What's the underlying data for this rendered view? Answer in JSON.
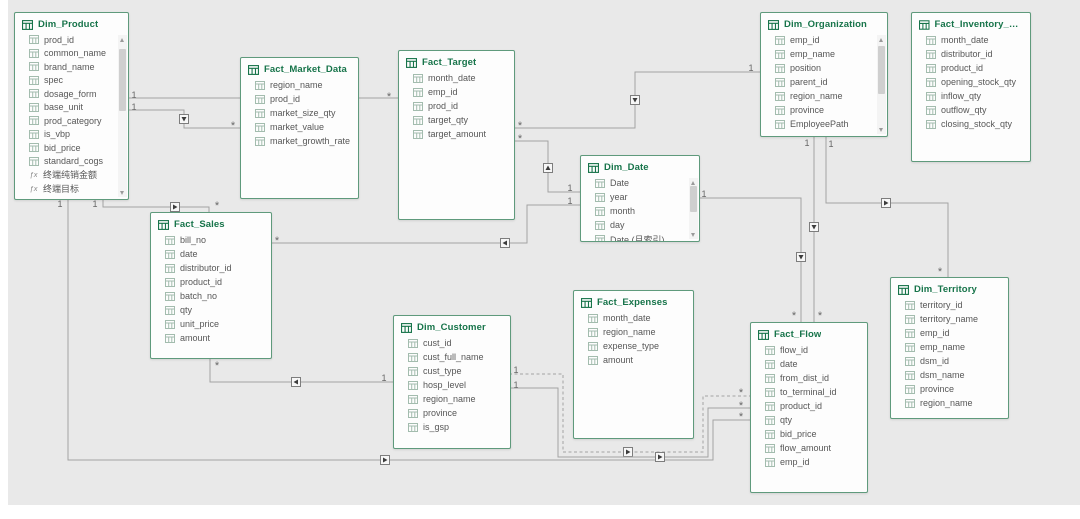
{
  "canvas": {
    "background": "#e9e9e9",
    "card_border": "#5f9a7c",
    "title_color": "#17744a",
    "line_color": "#a3a3a3",
    "field_color": "#575757"
  },
  "tables": [
    {
      "title": "Dim_Product",
      "scrollable": true,
      "fields": [
        {
          "name": "prod_id",
          "icon": "table"
        },
        {
          "name": "common_name",
          "icon": "table"
        },
        {
          "name": "brand_name",
          "icon": "table"
        },
        {
          "name": "spec",
          "icon": "table"
        },
        {
          "name": "dosage_form",
          "icon": "table"
        },
        {
          "name": "base_unit",
          "icon": "table"
        },
        {
          "name": "prod_category",
          "icon": "table"
        },
        {
          "name": "is_vbp",
          "icon": "table"
        },
        {
          "name": "bid_price",
          "icon": "table"
        },
        {
          "name": "standard_cogs",
          "icon": "table"
        },
        {
          "name": "终端纯销金额",
          "icon": "fx"
        },
        {
          "name": "终端目标",
          "icon": "fx"
        }
      ]
    },
    {
      "title": "Fact_Market_Data",
      "scrollable": false,
      "fields": [
        {
          "name": "region_name",
          "icon": "table"
        },
        {
          "name": "prod_id",
          "icon": "table"
        },
        {
          "name": "market_size_qty",
          "icon": "table"
        },
        {
          "name": "market_value",
          "icon": "table"
        },
        {
          "name": "market_growth_rate",
          "icon": "table"
        }
      ]
    },
    {
      "title": "Fact_Target",
      "scrollable": false,
      "fields": [
        {
          "name": "month_date",
          "icon": "table"
        },
        {
          "name": "emp_id",
          "icon": "table"
        },
        {
          "name": "prod_id",
          "icon": "table"
        },
        {
          "name": "target_qty",
          "icon": "table"
        },
        {
          "name": "target_amount",
          "icon": "table"
        }
      ]
    },
    {
      "title": "Dim_Organization",
      "scrollable": true,
      "fields": [
        {
          "name": "emp_id",
          "icon": "table"
        },
        {
          "name": "emp_name",
          "icon": "table"
        },
        {
          "name": "position",
          "icon": "table"
        },
        {
          "name": "parent_id",
          "icon": "table"
        },
        {
          "name": "region_name",
          "icon": "table"
        },
        {
          "name": "province",
          "icon": "table"
        },
        {
          "name": "EmployeePath",
          "icon": "table"
        }
      ]
    },
    {
      "title": "Fact_Inventory_St…",
      "scrollable": false,
      "fields": [
        {
          "name": "month_date",
          "icon": "table"
        },
        {
          "name": "distributor_id",
          "icon": "table"
        },
        {
          "name": "product_id",
          "icon": "table"
        },
        {
          "name": "opening_stock_qty",
          "icon": "table"
        },
        {
          "name": "inflow_qty",
          "icon": "table"
        },
        {
          "name": "outflow_qty",
          "icon": "table"
        },
        {
          "name": "closing_stock_qty",
          "icon": "table"
        }
      ]
    },
    {
      "title": "Dim_Date",
      "scrollable": true,
      "fields": [
        {
          "name": "Date",
          "icon": "table"
        },
        {
          "name": "year",
          "icon": "table"
        },
        {
          "name": "month",
          "icon": "table"
        },
        {
          "name": "day",
          "icon": "table"
        },
        {
          "name": "Date (月索引)",
          "icon": "table"
        }
      ]
    },
    {
      "title": "Fact_Sales",
      "scrollable": false,
      "fields": [
        {
          "name": "bill_no",
          "icon": "table"
        },
        {
          "name": "date",
          "icon": "table"
        },
        {
          "name": "distributor_id",
          "icon": "table"
        },
        {
          "name": "product_id",
          "icon": "table"
        },
        {
          "name": "batch_no",
          "icon": "table"
        },
        {
          "name": "qty",
          "icon": "table"
        },
        {
          "name": "unit_price",
          "icon": "table"
        },
        {
          "name": "amount",
          "icon": "table"
        }
      ]
    },
    {
      "title": "Dim_Customer",
      "scrollable": false,
      "fields": [
        {
          "name": "cust_id",
          "icon": "table"
        },
        {
          "name": "cust_full_name",
          "icon": "table"
        },
        {
          "name": "cust_type",
          "icon": "table"
        },
        {
          "name": "hosp_level",
          "icon": "table"
        },
        {
          "name": "region_name",
          "icon": "table"
        },
        {
          "name": "province",
          "icon": "table"
        },
        {
          "name": "is_gsp",
          "icon": "table"
        }
      ]
    },
    {
      "title": "Fact_Expenses",
      "scrollable": false,
      "fields": [
        {
          "name": "month_date",
          "icon": "table"
        },
        {
          "name": "region_name",
          "icon": "table"
        },
        {
          "name": "expense_type",
          "icon": "table"
        },
        {
          "name": "amount",
          "icon": "table"
        }
      ]
    },
    {
      "title": "Fact_Flow",
      "scrollable": false,
      "fields": [
        {
          "name": "flow_id",
          "icon": "table"
        },
        {
          "name": "date",
          "icon": "table"
        },
        {
          "name": "from_dist_id",
          "icon": "table"
        },
        {
          "name": "to_terminal_id",
          "icon": "table"
        },
        {
          "name": "product_id",
          "icon": "table"
        },
        {
          "name": "qty",
          "icon": "table"
        },
        {
          "name": "bid_price",
          "icon": "table"
        },
        {
          "name": "flow_amount",
          "icon": "table"
        },
        {
          "name": "emp_id",
          "icon": "table"
        }
      ]
    },
    {
      "title": "Dim_Territory",
      "scrollable": false,
      "fields": [
        {
          "name": "territory_id",
          "icon": "table"
        },
        {
          "name": "territory_name",
          "icon": "table"
        },
        {
          "name": "emp_id",
          "icon": "table"
        },
        {
          "name": "emp_name",
          "icon": "table"
        },
        {
          "name": "dsm_id",
          "icon": "table"
        },
        {
          "name": "dsm_name",
          "icon": "table"
        },
        {
          "name": "province",
          "icon": "table"
        },
        {
          "name": "region_name",
          "icon": "table"
        }
      ]
    }
  ],
  "relationships": [
    {
      "from": "Dim_Product",
      "to": "Fact_Target",
      "from_card": "1",
      "to_card": "*",
      "style": "solid"
    },
    {
      "from": "Dim_Product",
      "to": "Fact_Market_Data",
      "from_card": "1",
      "to_card": "*",
      "style": "solid"
    },
    {
      "from": "Dim_Product",
      "to": "Fact_Sales",
      "from_card": "1",
      "to_card": "*",
      "style": "solid"
    },
    {
      "from": "Dim_Product",
      "to": "Fact_Flow",
      "from_card": "1",
      "to_card": "*",
      "style": "solid"
    },
    {
      "from": "Fact_Sales",
      "to": "Dim_Customer",
      "from_card": "*",
      "to_card": "1",
      "style": "solid"
    },
    {
      "from": "Fact_Sales",
      "to": "Dim_Date",
      "from_card": "*",
      "to_card": "1",
      "style": "solid"
    },
    {
      "from": "Fact_Target",
      "to": "Dim_Date",
      "from_card": "*",
      "to_card": "1",
      "style": "solid"
    },
    {
      "from": "Fact_Target",
      "to": "Dim_Organization",
      "from_card": "*",
      "to_card": "1",
      "style": "solid"
    },
    {
      "from": "Dim_Date",
      "to": "Fact_Flow",
      "from_card": "1",
      "to_card": "*",
      "style": "solid"
    },
    {
      "from": "Dim_Organization",
      "to": "Fact_Flow",
      "from_card": "1",
      "to_card": "*",
      "style": "solid"
    },
    {
      "from": "Dim_Organization",
      "to": "Dim_Territory",
      "from_card": "1",
      "to_card": "*",
      "style": "solid"
    },
    {
      "from": "Dim_Customer",
      "to": "Fact_Flow",
      "from_card": "1",
      "to_card": "*",
      "style": "dashed"
    },
    {
      "from": "Dim_Customer",
      "to": "Fact_Flow",
      "from_card": "1",
      "to_card": "*",
      "style": "solid"
    }
  ]
}
